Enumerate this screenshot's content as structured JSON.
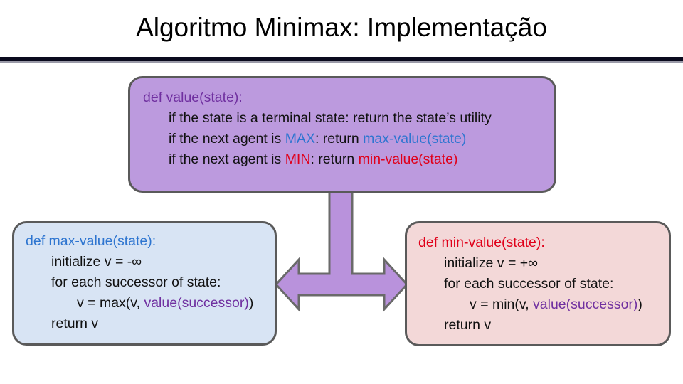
{
  "title": "Algoritmo Minimax: Implementação",
  "colors": {
    "value_box_fill": "#bc9ade",
    "max_box_fill": "#d8e4f4",
    "min_box_fill": "#f3d8d8",
    "arrow_fill": "#b992dc",
    "max_highlight": "#2e75d0",
    "min_highlight": "#e0001a",
    "value_call": "#7030a0"
  },
  "value_box": {
    "def": "def value(state):",
    "l1": "if the state is a terminal state: return the state’s utility",
    "l2_pre": "if the next agent is ",
    "l2_key": "MAX",
    "l2_mid": ": return ",
    "l2_fn": "max-value(state)",
    "l3_pre": "if the next agent is ",
    "l3_key": "MIN",
    "l3_mid": ": return ",
    "l3_fn": "min-value(state)"
  },
  "max_box": {
    "def": "def max-value(state):",
    "l1": "initialize v = -∞",
    "l2": "for each successor of state:",
    "l3_pre": "v = max(v, ",
    "l3_call": "value(successor)",
    "l3_post": ")",
    "l4": "return v"
  },
  "min_box": {
    "def": "def min-value(state):",
    "l1": "initialize v = +∞",
    "l2": "for each successor of state:",
    "l3_pre": "v = min(v, ",
    "l3_call": "value(successor)",
    "l3_post": ")",
    "l4": "return v"
  }
}
